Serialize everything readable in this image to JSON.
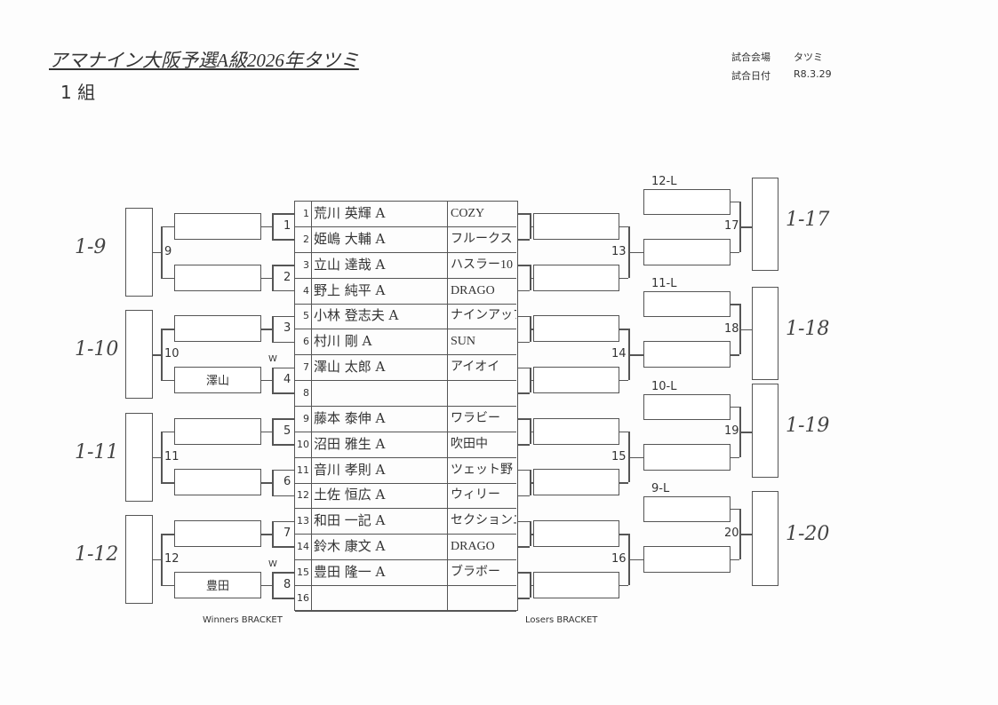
{
  "header": {
    "title": "アマナイン大阪予選A級2026年タツミ",
    "group": "1 組",
    "venue_label": "試合会場",
    "venue": "タツミ",
    "date_label": "試合日付",
    "date": "R8.3.29"
  },
  "players": [
    {
      "no": "1",
      "name": "荒川 英輝 A",
      "team": "COZY"
    },
    {
      "no": "2",
      "name": "姫嶋 大輔 A",
      "team": "フルークス"
    },
    {
      "no": "3",
      "name": "立山 達哉 A",
      "team": "ハスラー10"
    },
    {
      "no": "4",
      "name": "野上 純平 A",
      "team": "DRAGO"
    },
    {
      "no": "5",
      "name": "小林 登志夫 A",
      "team": "ナインアップ°"
    },
    {
      "no": "6",
      "name": "村川 剛 A",
      "team": "SUN"
    },
    {
      "no": "7",
      "name": "澤山 太郎 A",
      "team": "アイオイ"
    },
    {
      "no": "8",
      "name": "",
      "team": ""
    },
    {
      "no": "9",
      "name": "藤本 泰伸 A",
      "team": "ワラビー"
    },
    {
      "no": "10",
      "name": "沼田 雅生 A",
      "team": "吹田中"
    },
    {
      "no": "11",
      "name": "音川 孝則 A",
      "team": "ツェット野"
    },
    {
      "no": "12",
      "name": "土佐 恒広 A",
      "team": "ウィリー"
    },
    {
      "no": "13",
      "name": "和田 一記 A",
      "team": "セクションエ"
    },
    {
      "no": "14",
      "name": "鈴木 康文 A",
      "team": "DRAGO"
    },
    {
      "no": "15",
      "name": "豊田 隆一 A",
      "team": "ブラボー"
    },
    {
      "no": "16",
      "name": "",
      "team": ""
    }
  ],
  "winners": {
    "matches": [
      "1",
      "2",
      "3",
      "4",
      "5",
      "6",
      "7",
      "8"
    ],
    "boxes": [
      "",
      "",
      "",
      "澤山",
      "",
      "",
      "",
      "豊田"
    ],
    "walkover_marks": {
      "4": "W",
      "8": "W"
    },
    "round2": [
      "9",
      "10",
      "11",
      "12"
    ],
    "results": [
      "1-9",
      "1-10",
      "1-11",
      "1-12"
    ],
    "label": "Winners BRACKET"
  },
  "losers": {
    "round1": [
      "13",
      "14",
      "15",
      "16"
    ],
    "drop_labels": [
      "12-L",
      "11-L",
      "10-L",
      "9-L"
    ],
    "round2": [
      "17",
      "18",
      "19",
      "20"
    ],
    "results": [
      "1-17",
      "1-18",
      "1-19",
      "1-20"
    ],
    "label": "Losers BRACKET"
  }
}
